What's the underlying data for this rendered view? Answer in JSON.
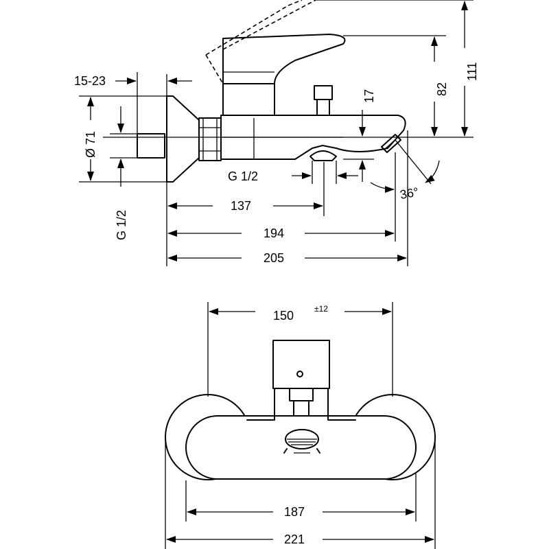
{
  "drawing": {
    "side_view": {
      "flange_offset": "15-23",
      "diameter": "Ø 71",
      "thread_outlet": "G 1/2",
      "thread_inlet": "G 1/2",
      "spout_drop": "17",
      "handle_height": "82",
      "total_height": "111",
      "spout_angle": "36°",
      "outlet_distance": "137",
      "spout_reach": "194",
      "total_depth": "205"
    },
    "front_view": {
      "connection_spacing": "150",
      "spacing_tolerance": "±12",
      "body_width": "187",
      "total_width": "221"
    }
  }
}
